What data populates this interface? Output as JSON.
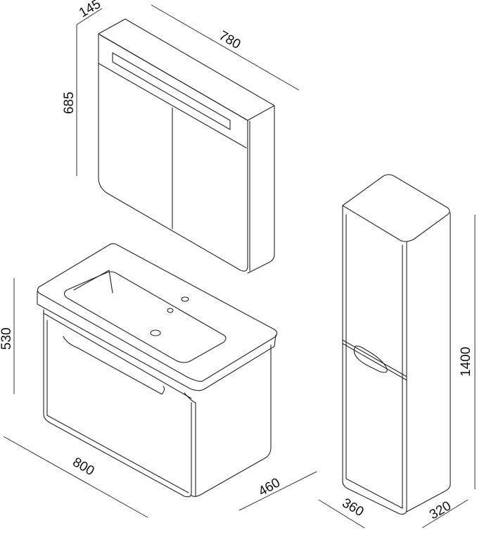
{
  "dimensions": {
    "mirror_cabinet": {
      "depth": "145",
      "width": "780",
      "height": "685"
    },
    "vanity": {
      "height": "530",
      "width": "800",
      "depth": "460"
    },
    "tall_cabinet": {
      "height": "1400",
      "width": "360",
      "depth": "320"
    }
  }
}
